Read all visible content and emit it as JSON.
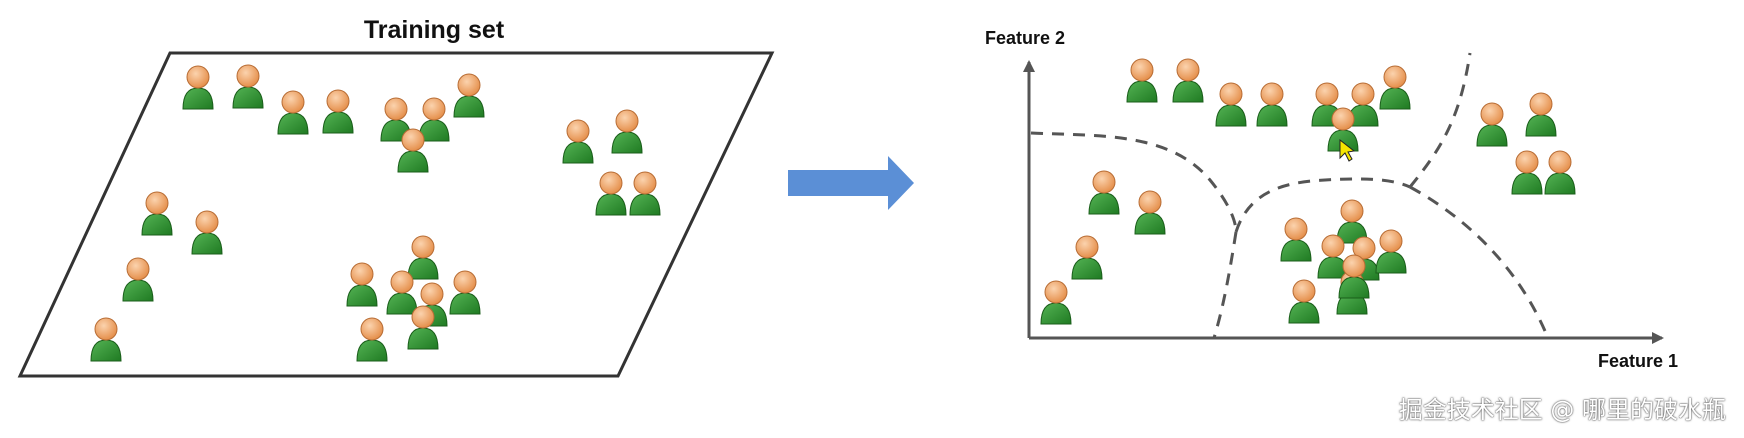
{
  "training_title": "Training set",
  "axes": {
    "y_label": "Feature 2",
    "x_label": "Feature 1"
  },
  "watermark": "掘金技术社区 @ 哪里的破水瓶",
  "colors": {
    "body": "#2e8b2e",
    "body_dark": "#1d6a1d",
    "head": "#f2a66a",
    "head_dark": "#c27a42",
    "arrow": "#5b8fd6",
    "line": "#333333",
    "boundary": "#555555"
  },
  "icons": {
    "person": "person-icon",
    "arrow": "right-arrow-icon",
    "cursor": "cursor-icon"
  }
}
